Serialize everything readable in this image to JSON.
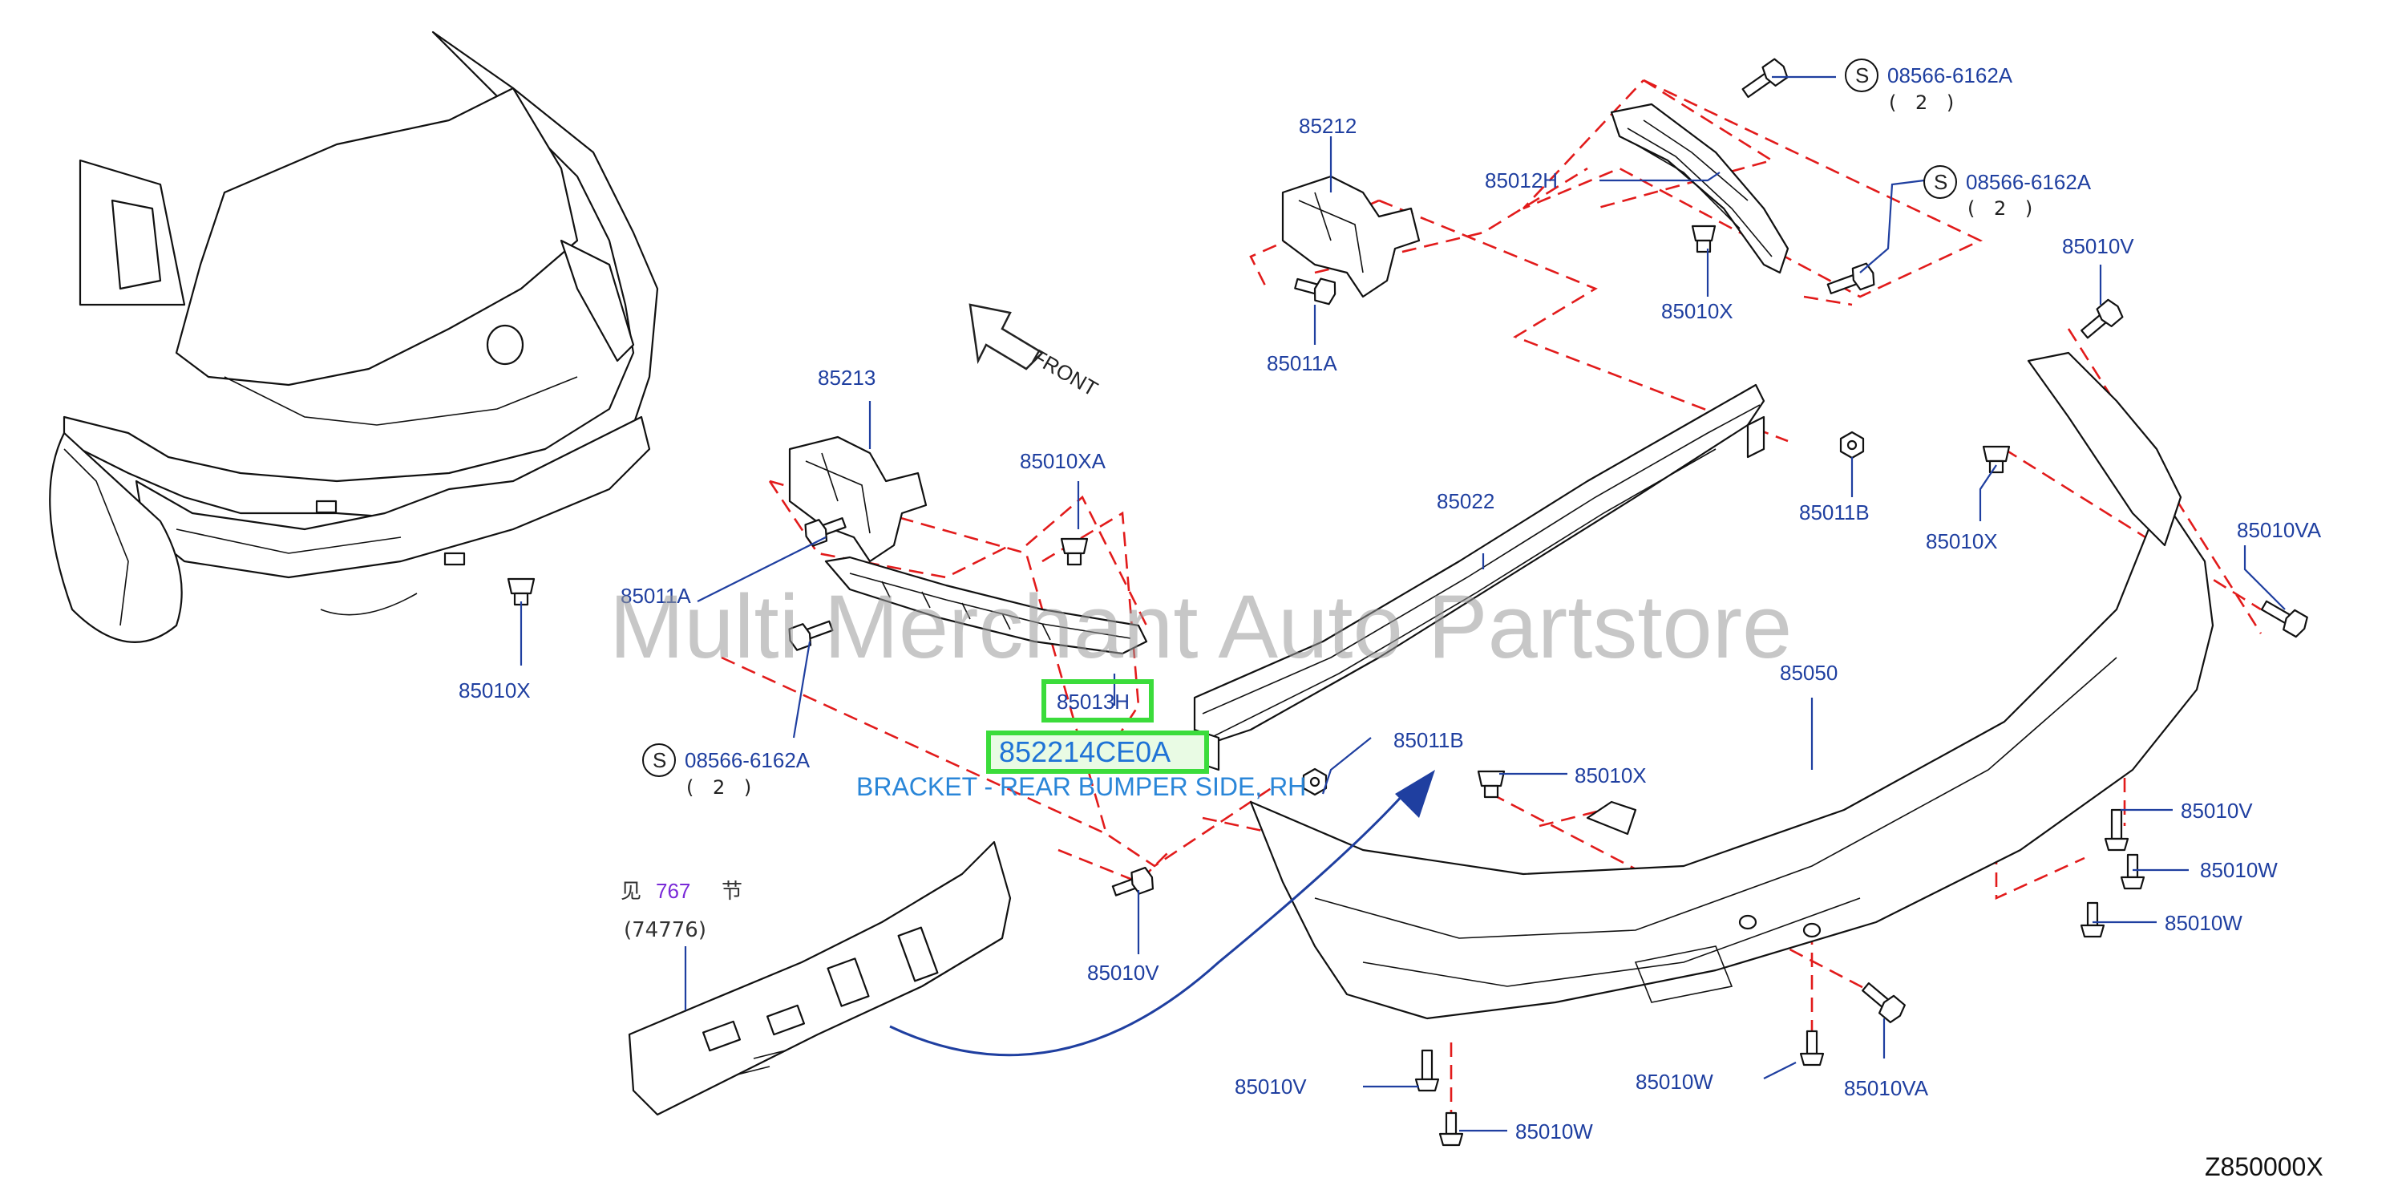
{
  "diagram_code": "Z850000X",
  "watermark": "Multi Merchant Auto Partstore",
  "front_label": "FRONT",
  "see_note": {
    "prefix": "见",
    "section": "767",
    "suffix": "节",
    "ref": "(74776)"
  },
  "selected_part": {
    "number": "852214CE0A",
    "description": "BRACKET - REAR BUMPER SIDE, RH"
  },
  "highlighted_part": "85013H",
  "part_labels": {
    "p85212": "85212",
    "p85012H": "85012H",
    "s1_num": "08566-6162A",
    "s1_qty": "( 2 )",
    "s2_num": "08566-6162A",
    "s2_qty": "( 2 )",
    "s3_num": "08566-6162A",
    "s3_qty": "( 2 )",
    "p85010X_top": "85010X",
    "p85010V_top": "85010V",
    "p85011A_top": "85011A",
    "p85213": "85213",
    "p85010XA": "85010XA",
    "p85022": "85022",
    "p85011B_top": "85011B",
    "p85010X_right": "85010X",
    "p85010VA_right": "85010VA",
    "p85011A_left": "85011A",
    "p85010X_car": "85010X",
    "p85050": "85050",
    "p85011B_mid": "85011B",
    "p85010X_mid": "85010X",
    "p85010V_r1": "85010V",
    "p85010W_r1": "85010W",
    "p85010W_r2": "85010W",
    "p85010V_bl": "85010V",
    "p85010W_b": "85010W",
    "p85010VA_b": "85010VA",
    "p85010V_b": "85010V",
    "p85010W_bb": "85010W"
  },
  "s_symbol": "S"
}
